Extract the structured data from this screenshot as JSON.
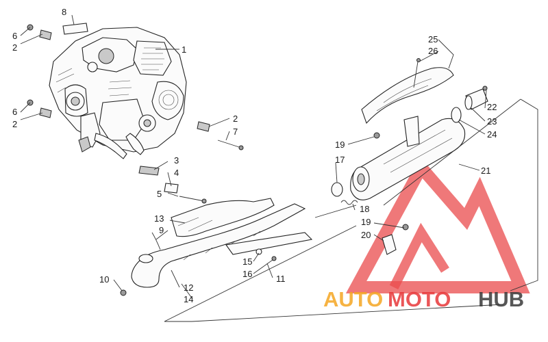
{
  "callouts": {
    "c1": "1",
    "c2a": "2",
    "c2b": "2",
    "c2c": "2",
    "c3": "3",
    "c4": "4",
    "c5": "5",
    "c6a": "6",
    "c6b": "6",
    "c7": "7",
    "c8": "8",
    "c9": "9",
    "c10": "10",
    "c11": "11",
    "c12": "12",
    "c13": "13",
    "c14": "14",
    "c15": "15",
    "c16": "16",
    "c17": "17",
    "c18": "18",
    "c19a": "19",
    "c19b": "19",
    "c20": "20",
    "c21": "21",
    "c22": "22",
    "c23": "23",
    "c24": "24",
    "c25": "25",
    "c26": "26"
  },
  "watermark": {
    "text_auto": "AUTO",
    "text_moto": "MOTO",
    "text_hub": "HUB",
    "color_primary": "#e8383a",
    "color_accent": "#f5a623",
    "color_dark": "#3a3a3a"
  }
}
